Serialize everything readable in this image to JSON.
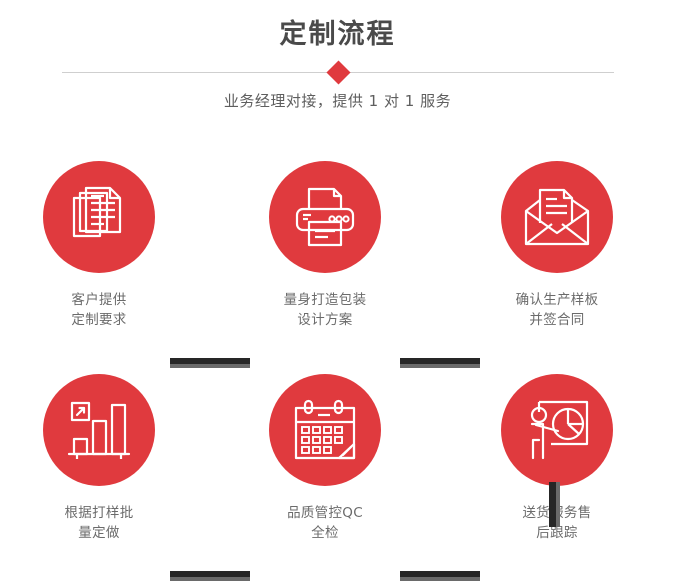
{
  "header": {
    "title": "定制流程",
    "subtitle": "业务经理对接，提供 1 对 1 服务",
    "divider_icon": "diamond-bullet"
  },
  "theme": {
    "accent_red": "#e03a3e",
    "title_gray": "#4a4a4a",
    "label_gray": "#6b6b6b",
    "connector_dark": "#262626",
    "connector_shadow": "#6a6a6a",
    "divider_line": "#cfcfcf",
    "background": "#ffffff"
  },
  "steps": [
    {
      "index": "1",
      "icon": "documents-stack-icon",
      "label_line1": "客户提供",
      "label_line2": "定制要求",
      "label": "客户提供\n定制要求"
    },
    {
      "index": "2",
      "icon": "printer-icon",
      "label_line1": "量身打造包装",
      "label_line2": "设计方案",
      "label": "量身打造包装\n设计方案"
    },
    {
      "index": "3",
      "icon": "envelope-document-icon",
      "label_line1": "确认生产样板",
      "label_line2": "并签合同",
      "label": "确认生产样板\n并签合同"
    },
    {
      "index": "4",
      "icon": "bar-chart-growth-icon",
      "label_line1": "根据打样批",
      "label_line2": "量定做",
      "label": "根据打样批\n量定做"
    },
    {
      "index": "5",
      "icon": "calendar-check-icon",
      "label_line1": "品质管控QC",
      "label_line2": "全检",
      "label": "品质管控QC\n全检"
    },
    {
      "index": "6",
      "icon": "presenter-pie-chart-icon",
      "label_line1": "送货服务售",
      "label_line2": "后跟踪",
      "label": "送货服务售\n后跟踪"
    }
  ],
  "connectors": [
    {
      "name": "connector-1-to-2",
      "orientation": "horizontal"
    },
    {
      "name": "connector-2-to-3",
      "orientation": "horizontal"
    },
    {
      "name": "connector-3-to-6",
      "orientation": "vertical"
    },
    {
      "name": "connector-4-to-5",
      "orientation": "horizontal"
    },
    {
      "name": "connector-5-to-6",
      "orientation": "horizontal"
    }
  ]
}
